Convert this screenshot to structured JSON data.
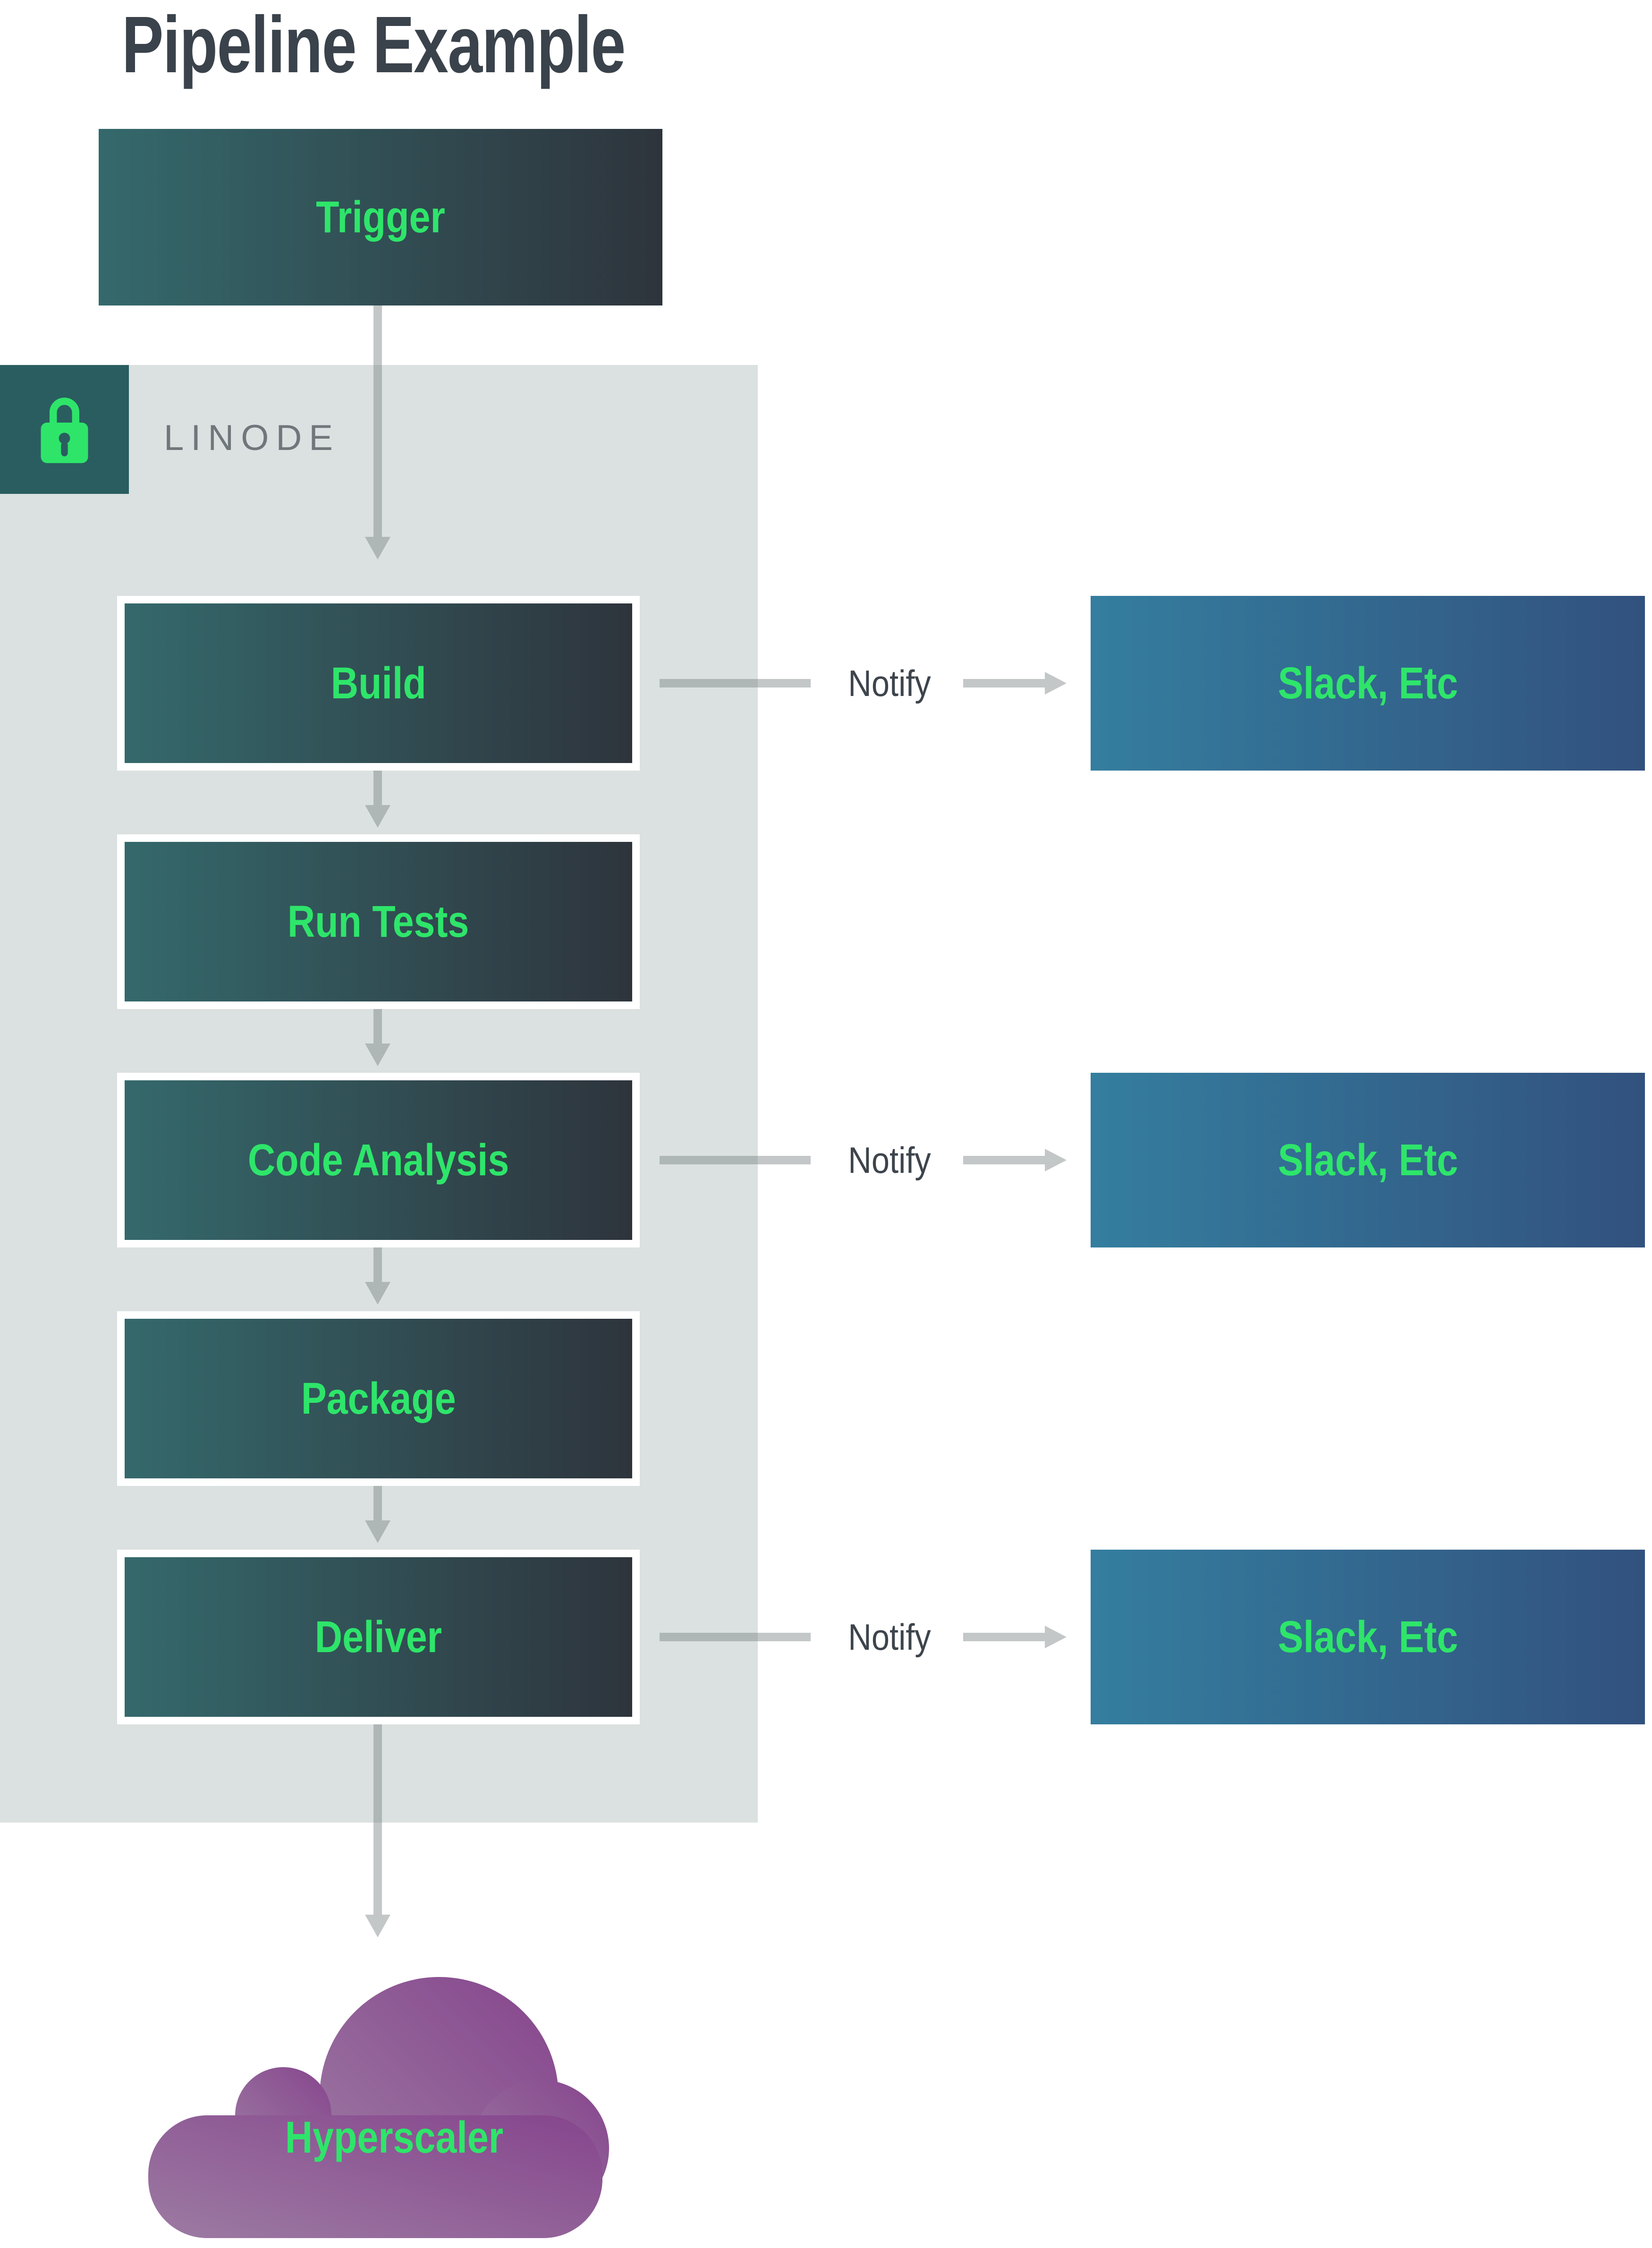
{
  "page": {
    "title": "Pipeline Example"
  },
  "colors": {
    "accent_green": "#2ee56a",
    "title_text": "#3a424b",
    "notify_text": "#3d444c",
    "linode_text": "#6f777c",
    "container_bg": "#dbe1e0",
    "lock_tile_bg": "#2a5d60",
    "stage_gradient_start": "#34696c",
    "stage_gradient_end": "#2e343c",
    "slack_gradient_start": "#347e9f",
    "slack_gradient_end": "#32517e",
    "cloud_gradient_start": "#9c7ba2",
    "cloud_gradient_end": "#86458d",
    "arrow_gray": "rgba(122,130,130,0.45)"
  },
  "trigger": {
    "label": "Trigger"
  },
  "linode": {
    "label": "LINODE",
    "icon": "lock-icon"
  },
  "stages": [
    {
      "label": "Build",
      "notifies": true
    },
    {
      "label": "Run Tests",
      "notifies": false
    },
    {
      "label": "Code Analysis",
      "notifies": true
    },
    {
      "label": "Package",
      "notifies": false
    },
    {
      "label": "Deliver",
      "notifies": true
    }
  ],
  "notify": {
    "label": "Notify",
    "target_label": "Slack, Etc"
  },
  "cloud": {
    "label": "Hyperscaler",
    "icon": "cloud-shape"
  }
}
